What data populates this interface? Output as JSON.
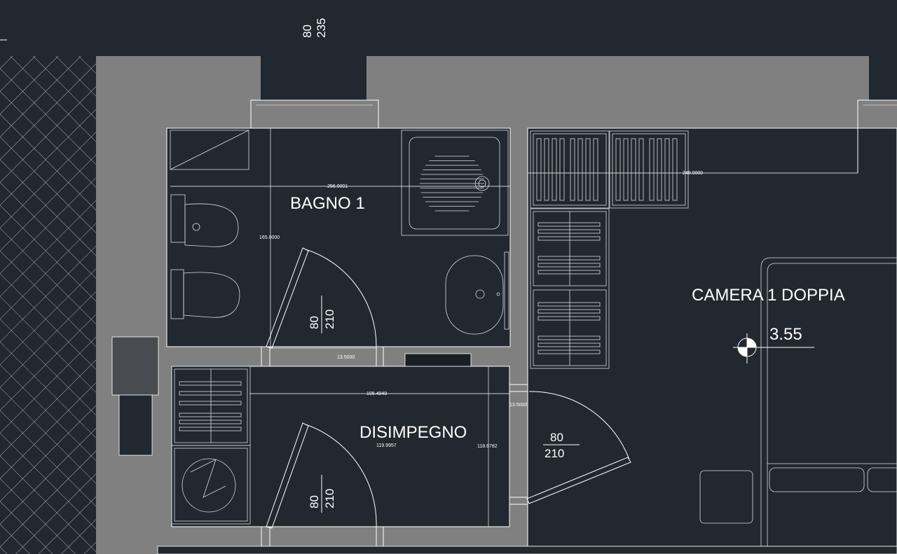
{
  "rooms": {
    "bagno": "BAGNO 1",
    "camera": "CAMERA 1 DOPPIA",
    "disimpegno": "DISIMPEGNO"
  },
  "level_marker": "3.55",
  "doors": {
    "window_top": {
      "width": "80",
      "height": "235"
    },
    "bagno_door": {
      "width": "80",
      "height": "210"
    },
    "camera_door": {
      "width": "80",
      "height": "210"
    },
    "disimpegno_door": {
      "width": "80",
      "height": "210"
    }
  },
  "dimensions": {
    "bagno_width": "256.0001",
    "camera_width": "248.0000",
    "bagno_depth": "165.0000",
    "bagno_door_gap": "13.5000",
    "camera_door_gap": "13.5000",
    "disimpegno_width": "195.4949",
    "disimpegno_left": "119.9957",
    "disimpegno_right": "118.6782"
  },
  "colors": {
    "background": "#212830",
    "wall": "#808080",
    "line": "#ffffff"
  }
}
